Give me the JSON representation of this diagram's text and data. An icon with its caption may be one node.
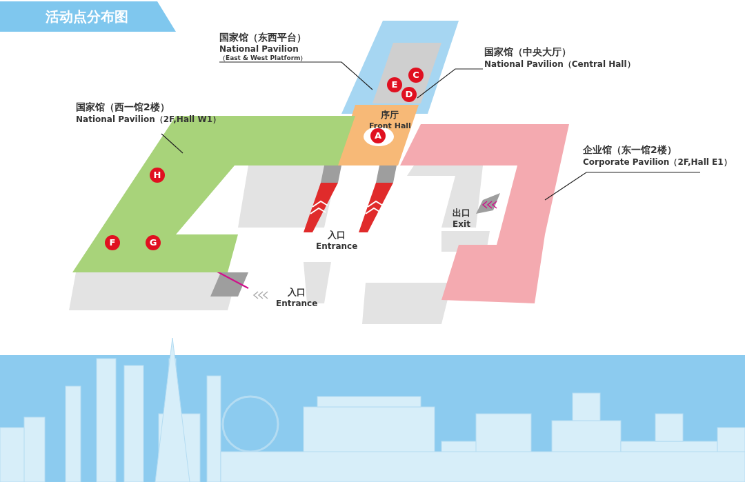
{
  "diagram": {
    "title": "活动点分布图",
    "nodes": [
      {
        "text": [
          "国家馆（东西平台）",
          "National Pavilion",
          "（East & West Platform）"
        ]
      },
      {
        "text": [],
        "shape": "box"
      },
      {
        "text": [],
        "shape": "box",
        "in": 1
      },
      {
        "text": [
          "C"
        ],
        "in": 2
      },
      {
        "text": [
          "E"
        ],
        "in": 2
      },
      {
        "text": [
          "D"
        ],
        "in": 2
      },
      {
        "text": [
          "国家馆（中央大厅）",
          "National Pavilion（Central Hall）"
        ]
      },
      {
        "text": [
          "序厅",
          "Front Hall"
        ]
      },
      {
        "text": [
          "A"
        ],
        "in": 7
      },
      {
        "text": [
          "国家馆（西一馆2楼）",
          "National Pavilion（2F,Hall W1）"
        ]
      },
      {
        "text": [],
        "shape": "box"
      },
      {
        "text": [
          "H"
        ],
        "in": 10
      },
      {
        "text": [
          "F"
        ],
        "in": 10
      },
      {
        "text": [
          "G"
        ],
        "in": 10
      },
      {
        "text": [
          "企业馆（东一馆2楼）",
          "Corporate Pavilion（2F,Hall E1）"
        ]
      },
      {
        "text": [],
        "shape": "box"
      },
      {
        "text": [
          "入口",
          "Entrance"
        ]
      },
      {
        "text": [
          "出口",
          "Exit"
        ]
      },
      {
        "text": [
          "入口",
          "Entrance"
        ]
      }
    ],
    "edges": [
      {
        "from": 0,
        "to": 1,
        "arrow": "none"
      },
      {
        "from": 6,
        "to": 2,
        "arrow": "none"
      },
      {
        "from": 9,
        "to": 10,
        "arrow": "none"
      },
      {
        "from": 14,
        "to": 15,
        "arrow": "none"
      }
    ]
  }
}
